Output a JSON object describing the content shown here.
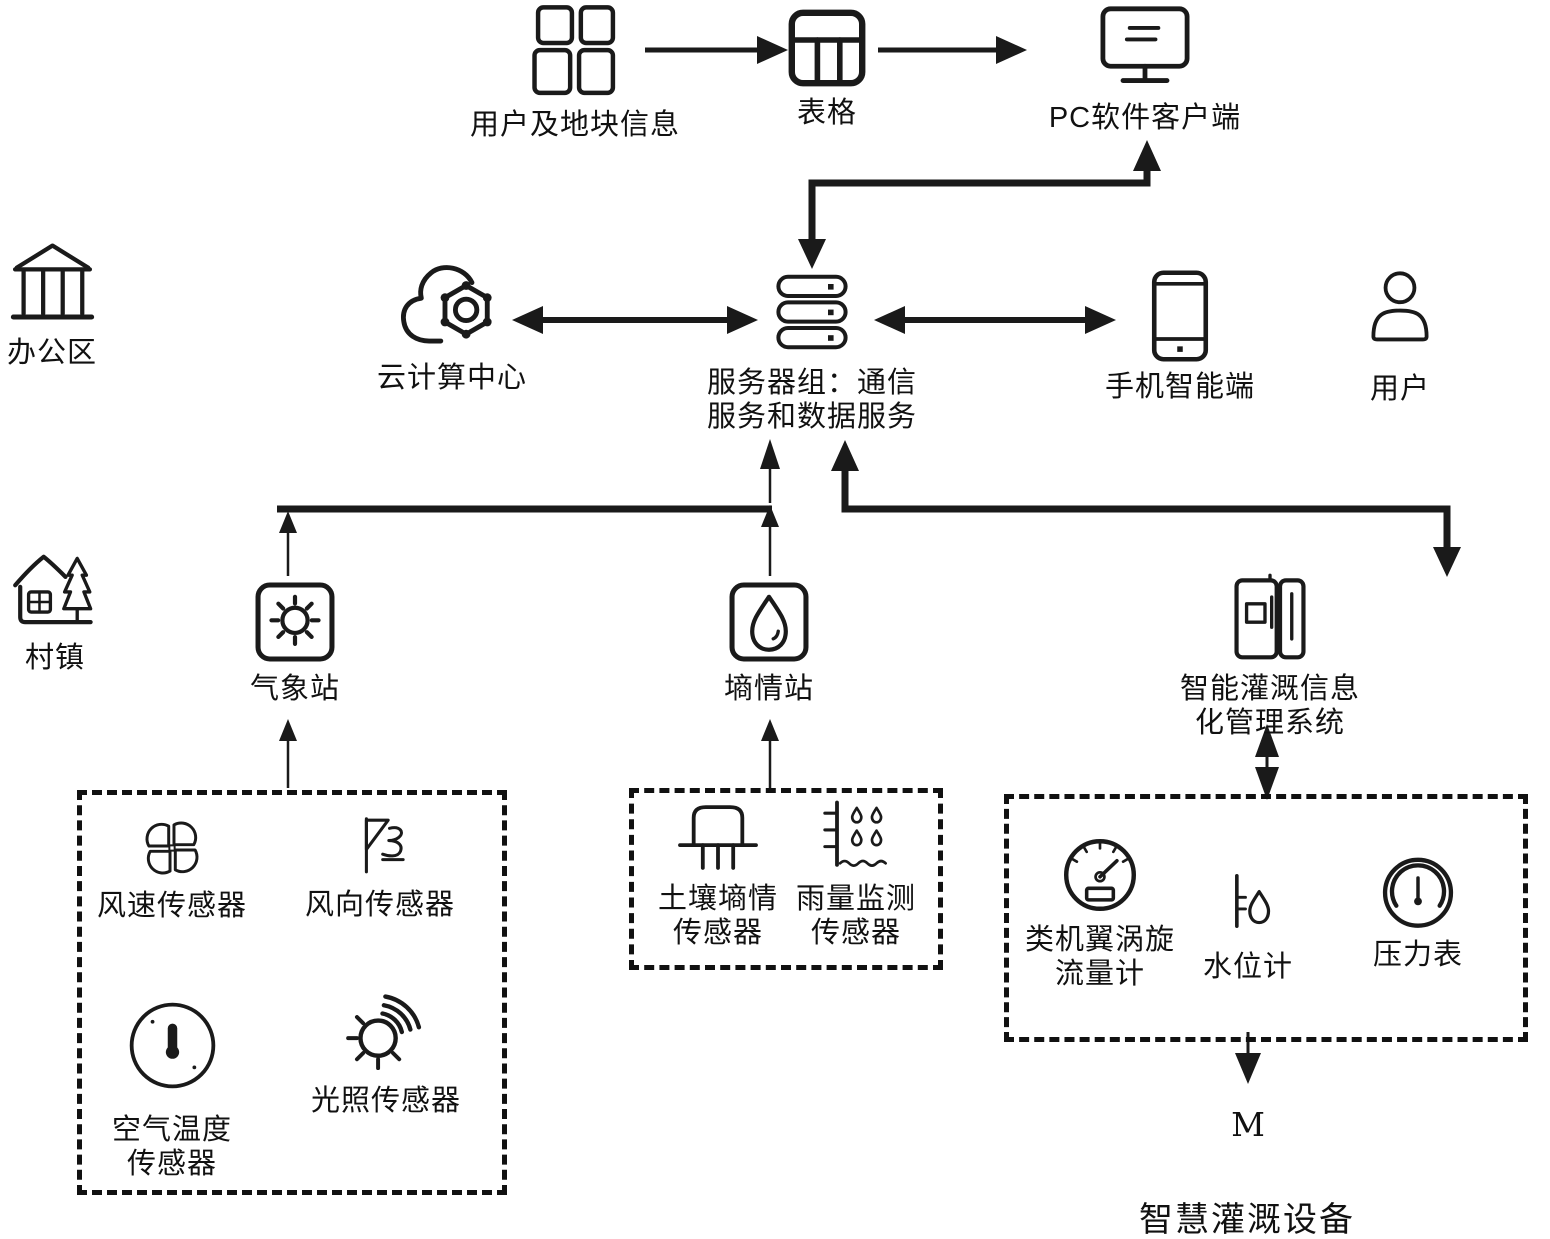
{
  "background": "#ffffff",
  "line_color": "#1a1a1a",
  "nodes": {
    "users_plots": {
      "label": "用户及地块信息",
      "icon": "grid-squares-icon"
    },
    "table": {
      "label": "表格",
      "icon": "table-icon"
    },
    "pc_client": {
      "label": "PC软件客户端",
      "icon": "monitor-icon"
    },
    "office_area": {
      "label": "办公区",
      "icon": "bank-building-icon"
    },
    "cloud_center": {
      "label": "云计算中心",
      "icon": "cloud-computing-icon"
    },
    "server_group": {
      "label": "服务器组：通信\n服务和数据服务",
      "icon": "server-stack-icon"
    },
    "mobile_client": {
      "label": "手机智能端",
      "icon": "smartphone-icon"
    },
    "user": {
      "label": "用户",
      "icon": "person-icon"
    },
    "village": {
      "label": "村镇",
      "icon": "house-tree-icon"
    },
    "weather_station": {
      "label": "气象站",
      "icon": "sun-square-icon"
    },
    "soil_station": {
      "label": "墒情站",
      "icon": "droplet-square-icon"
    },
    "irrigation_system": {
      "label": "智能灌溉信息\n化管理系统",
      "icon": "control-cabinet-icon"
    },
    "wind_speed_sensor": {
      "label": "风速传感器",
      "icon": "fan-icon"
    },
    "wind_direction_sensor": {
      "label": "风向传感器",
      "icon": "wind-vane-flag-icon"
    },
    "air_temp_sensor": {
      "label": "空气温度\n传感器",
      "icon": "thermometer-dial-icon"
    },
    "light_sensor": {
      "label": "光照传感器",
      "icon": "sun-rays-icon"
    },
    "soil_moisture_sensor": {
      "label": "土壤墒情\n传感器",
      "icon": "soil-probe-icon"
    },
    "rain_sensor": {
      "label": "雨量监测\n传感器",
      "icon": "rain-gauge-icon"
    },
    "flow_meter": {
      "label": "类机翼涡旋\n流量计",
      "icon": "speedometer-icon"
    },
    "water_level_meter": {
      "label": "水位计",
      "icon": "water-level-icon"
    },
    "pressure_meter": {
      "label": "压力表",
      "icon": "pressure-gauge-icon"
    },
    "motor": {
      "label": "M"
    },
    "irrigation_equipment": {
      "label": "智慧灌溉设备"
    }
  }
}
